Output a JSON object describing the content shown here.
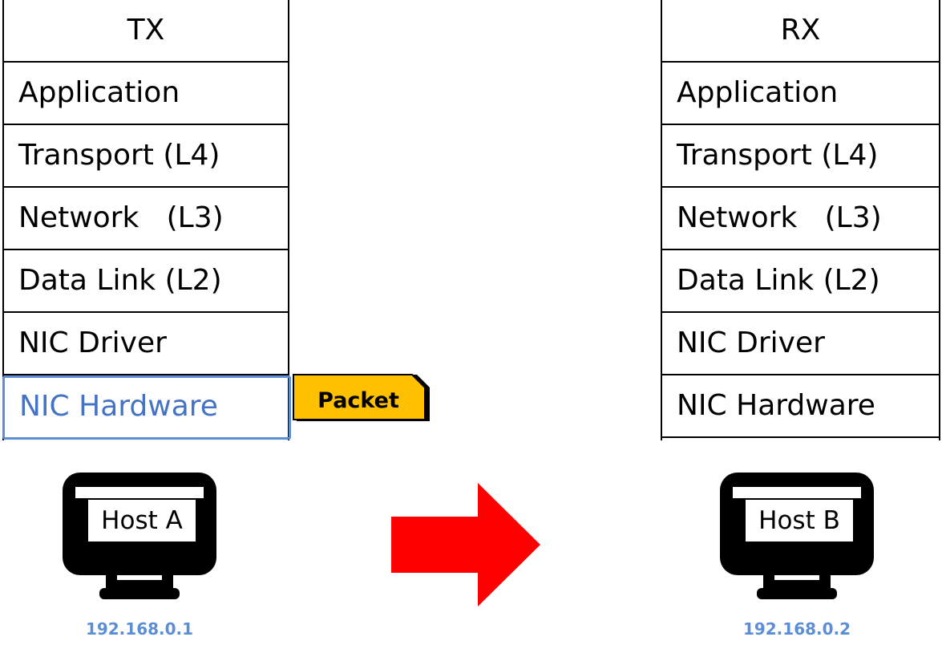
{
  "tx_stack": {
    "header": "TX",
    "layers": [
      "Application",
      "Transport (L4)",
      "Network   (L3)",
      "Data Link (L2)",
      "NIC Driver",
      "NIC Hardware"
    ]
  },
  "rx_stack": {
    "header": "RX",
    "layers": [
      "Application",
      "Transport (L4)",
      "Network   (L3)",
      "Data Link (L2)",
      "NIC Driver",
      "NIC Hardware"
    ]
  },
  "packet": {
    "label": "Packet",
    "fill": "#ffc000",
    "outline": "#000000"
  },
  "host_a": {
    "label": "Host A",
    "ip": "192.168.0.1"
  },
  "host_b": {
    "label": "Host B",
    "ip": "192.168.0.2"
  },
  "colors": {
    "highlight": "#4472c4",
    "ip_text": "#5b8ed6",
    "arrow": "#ff0000"
  }
}
